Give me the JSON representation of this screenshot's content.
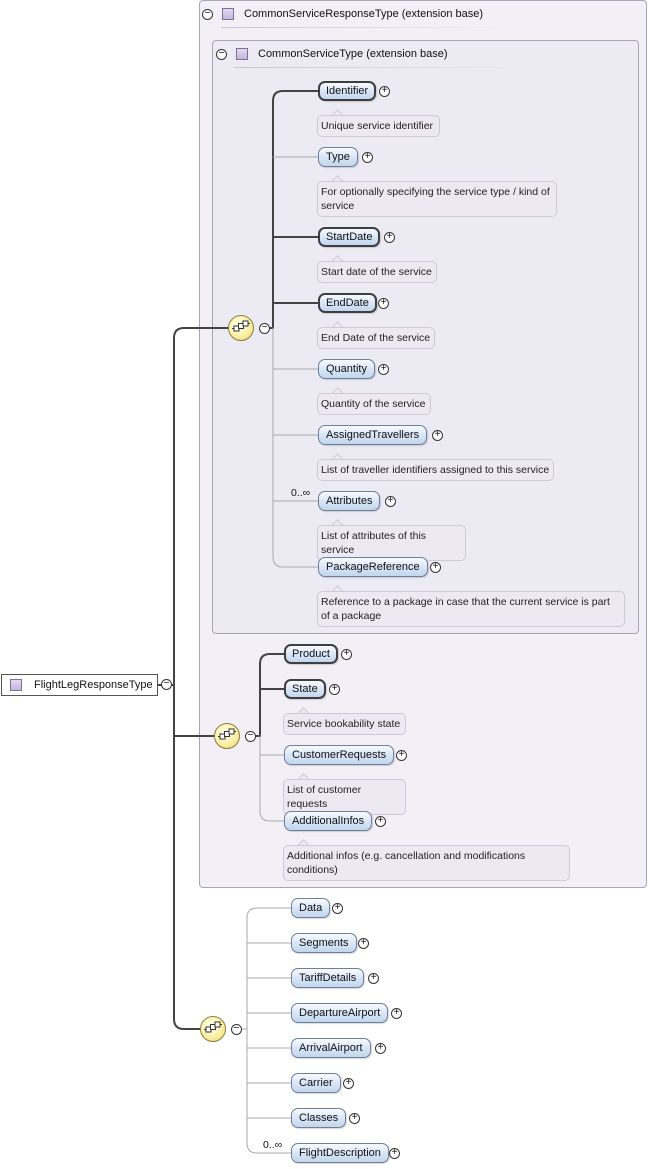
{
  "root": {
    "label": "FlightLegResponseType"
  },
  "outer_extension": {
    "label": "CommonServiceResponseType (extension base)"
  },
  "inner_extension": {
    "label": "CommonServiceType (extension base)"
  },
  "common_service_elements": [
    {
      "name": "Identifier",
      "doc": "Unique service identifier",
      "required": true
    },
    {
      "name": "Type",
      "doc": "For optionally specifying the service type / kind of service",
      "required": false
    },
    {
      "name": "StartDate",
      "doc": "Start date of the service",
      "required": true
    },
    {
      "name": "EndDate",
      "doc": "End Date of the service",
      "required": true
    },
    {
      "name": "Quantity",
      "doc": "Quantity of the service",
      "required": false
    },
    {
      "name": "AssignedTravellers",
      "doc": "List of traveller identifiers assigned to this service",
      "required": false
    },
    {
      "name": "Attributes",
      "doc": "List of attributes of this service",
      "required": false,
      "occurs": "0..∞"
    },
    {
      "name": "PackageReference",
      "doc": "Reference to a package in case that the current service is part of a package",
      "required": false
    }
  ],
  "response_elements": [
    {
      "name": "Product",
      "doc": "",
      "required": true
    },
    {
      "name": "State",
      "doc": "Service bookability state",
      "required": true
    },
    {
      "name": "CustomerRequests",
      "doc": "List of customer requests",
      "required": false
    },
    {
      "name": "AdditionalInfos",
      "doc": "Additional infos (e.g. cancellation and modifications conditions)",
      "required": false
    }
  ],
  "flight_leg_elements": [
    {
      "name": "Data"
    },
    {
      "name": "Segments"
    },
    {
      "name": "TariffDetails"
    },
    {
      "name": "DepartureAirport"
    },
    {
      "name": "ArrivalAirport"
    },
    {
      "name": "Carrier"
    },
    {
      "name": "Classes"
    },
    {
      "name": "FlightDescription",
      "occurs": "0..∞"
    }
  ],
  "symbols": {
    "collapse": "−",
    "expand": "+",
    "sequence_icon": "sequence-compositor-icon"
  }
}
